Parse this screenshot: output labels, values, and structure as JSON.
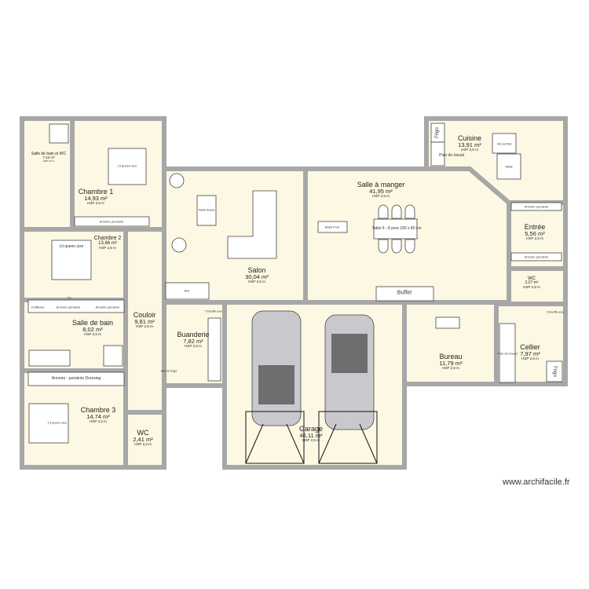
{
  "colors": {
    "wall": "#a7a7a7",
    "floor": "#fdf8e3",
    "furniture": "#ffffff",
    "car": "#c9c9cd",
    "car_roof": "#6e6e6e"
  },
  "rooms": [
    {
      "id": "sdb-wc",
      "name": "Salle de bain et WC",
      "area": "7,43 m²",
      "hsp": "HSP 2,5 m"
    },
    {
      "id": "chambre1",
      "name": "Chambre 1",
      "area": "14,93 m²",
      "hsp": "HSP 2,5 m"
    },
    {
      "id": "chambre2",
      "name": "Chambre 2",
      "area": "13,66 m²",
      "hsp": "HSP 2,5 m"
    },
    {
      "id": "couloir",
      "name": "Couloir",
      "area": "9,81 m²",
      "hsp": "HSP 2,5 m"
    },
    {
      "id": "sdb",
      "name": "Salle de bain",
      "area": "8,02 m²",
      "hsp": "HSP 2,5 m"
    },
    {
      "id": "chambre3",
      "name": "Chambre 3",
      "area": "14,74 m²",
      "hsp": "HSP 2,5 m"
    },
    {
      "id": "wc1",
      "name": "WC",
      "area": "2,41 m²",
      "hsp": "HSP 2,5 m"
    },
    {
      "id": "salon",
      "name": "Salon",
      "area": "30,04 m²",
      "hsp": "HSP 2,5 m"
    },
    {
      "id": "sam",
      "name": "Salle à manger",
      "area": "41,95 m²",
      "hsp": "HSP 2,5 m"
    },
    {
      "id": "cuisine",
      "name": "Cuisine",
      "area": "13,91 m²",
      "hsp": "HSP 2,5 m"
    },
    {
      "id": "entree",
      "name": "Entrée",
      "area": "5,56 m²",
      "hsp": "HSP 2,5 m"
    },
    {
      "id": "wc2",
      "name": "WC",
      "area": "3,07 m²",
      "hsp": "HSP 2,5 m"
    },
    {
      "id": "buanderie",
      "name": "Buanderie",
      "area": "7,82 m²",
      "hsp": "HSP 2,5 m"
    },
    {
      "id": "garage",
      "name": "Garage",
      "area": "46,11 m²",
      "hsp": "HSP 2,5 m"
    },
    {
      "id": "bureau",
      "name": "Bureau",
      "area": "11,79 m²",
      "hsp": "HSP 2,5 m"
    },
    {
      "id": "cellier",
      "name": "Cellier",
      "area": "7,97 m²",
      "hsp": "HSP 2,5 m"
    }
  ],
  "furniture": {
    "bed1": "Lit queen size",
    "wardrobe1": "Armoire penderie",
    "bed2": "Lit queen size",
    "tv": "TV",
    "coiffeuse": "Coiffeuse",
    "wardrobe2a": "Armoire penderie",
    "wardrobe2b": "Armoire penderie",
    "dressing": "Armoire - penderie  Dressing",
    "bed3": "Lit queen size",
    "table_basse": "Table basse",
    "bar": "Bar",
    "baby_foot": "Baby Foot",
    "dining_table": "Table 6 - 8 pers  180 x 80 cm",
    "buffet": "Buffet",
    "frigo1": "Frigo",
    "plan1": "Plan de travail",
    "ilot": "Ilot central",
    "table_cuisine": "Table",
    "wardrobe_entree_top": "Armoire penderie",
    "wardrobe_entree_bottom": "Armoire penderie",
    "chauffe_eau": "Chauffe eau",
    "plan2": "Plan de travail",
    "frigo2": "Frigo",
    "seche_linge": "Sèche linge",
    "chauffe_eau2": "Chauffe eau"
  },
  "watermark": "www.archifacile.fr"
}
